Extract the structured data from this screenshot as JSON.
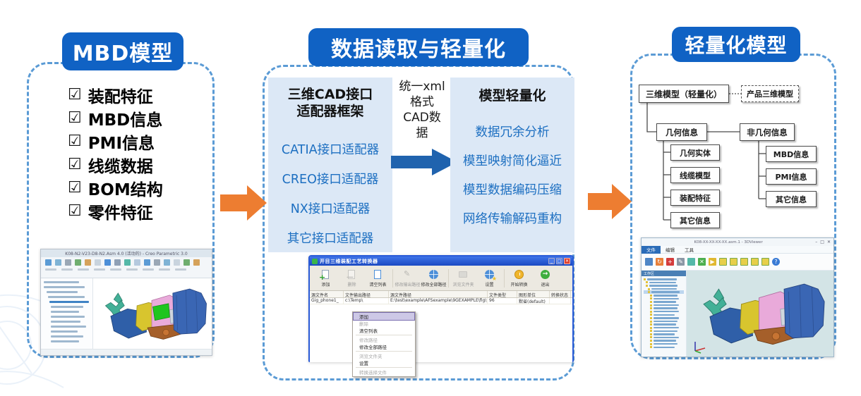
{
  "left_panel": {
    "title": "MBD模型",
    "check_glyph": "☑",
    "items": [
      "装配特征",
      "MBD信息",
      "PMI信息",
      "线缆数据",
      "BOM结构",
      "零件特征"
    ]
  },
  "middle_panel": {
    "title": "数据读取与轻量化",
    "adapter_box": {
      "title_line1": "三维CAD接口",
      "title_line2": "适配器框架",
      "items": [
        "CATIA接口适配器",
        "CREO接口适配器",
        "NX接口适配器",
        "其它接口适配器"
      ]
    },
    "xml_lines": [
      "统一xml",
      "格式",
      "CAD数",
      "据"
    ],
    "lightweight_box": {
      "title": "模型轻量化",
      "items": [
        "数据冗余分析",
        "模型映射简化逼近",
        "模型数据编码压缩",
        "网络传输解码重构"
      ]
    }
  },
  "right_panel": {
    "title": "轻量化模型",
    "tree": {
      "root": "三维模型（轻量化）",
      "product": "产品三维模型",
      "geo_label": "几何信息",
      "geo_children": [
        "几何实体",
        "线缆模型",
        "装配特征",
        "其它信息"
      ],
      "nongeo_label": "非几何信息",
      "nongeo_children": [
        "MBD信息",
        "PMI信息",
        "其它信息"
      ]
    }
  },
  "creo_window": {
    "title": "K08-N2-V23-D8-N2.Asm 4.0 (活动的) - Creo Parametric 3.0"
  },
  "converter_window": {
    "title": "开目三维装配工艺转换器",
    "toolbar": [
      "添加",
      "删除",
      "清空列表",
      "修改输出路径",
      "修改全部路径",
      "浏览文件夹",
      "设置",
      "开始转换",
      "退出"
    ],
    "columns": [
      "源文件名",
      "文件输出路径",
      "源文件路径",
      "文件类型",
      "图形单位",
      "转换状态"
    ],
    "row": [
      "Gig_phone1_",
      "c:\\Temp\\",
      "E:\\test\\example\\AFSexample\\9GEXAMPLE\\fig\\f",
      "96",
      "默省(default)",
      ""
    ],
    "menu": [
      "添加",
      "删除",
      "清空列表",
      "修改路径",
      "修改全部路径",
      "浏览文件夹",
      "设置",
      "转换选择文件"
    ]
  },
  "viewer_window": {
    "title": "K08-XX-XX-XX-XX.asm.1 - 3DViewer",
    "tabs": [
      "文件",
      "编辑",
      "工具"
    ],
    "tree_header": "工作区"
  }
}
